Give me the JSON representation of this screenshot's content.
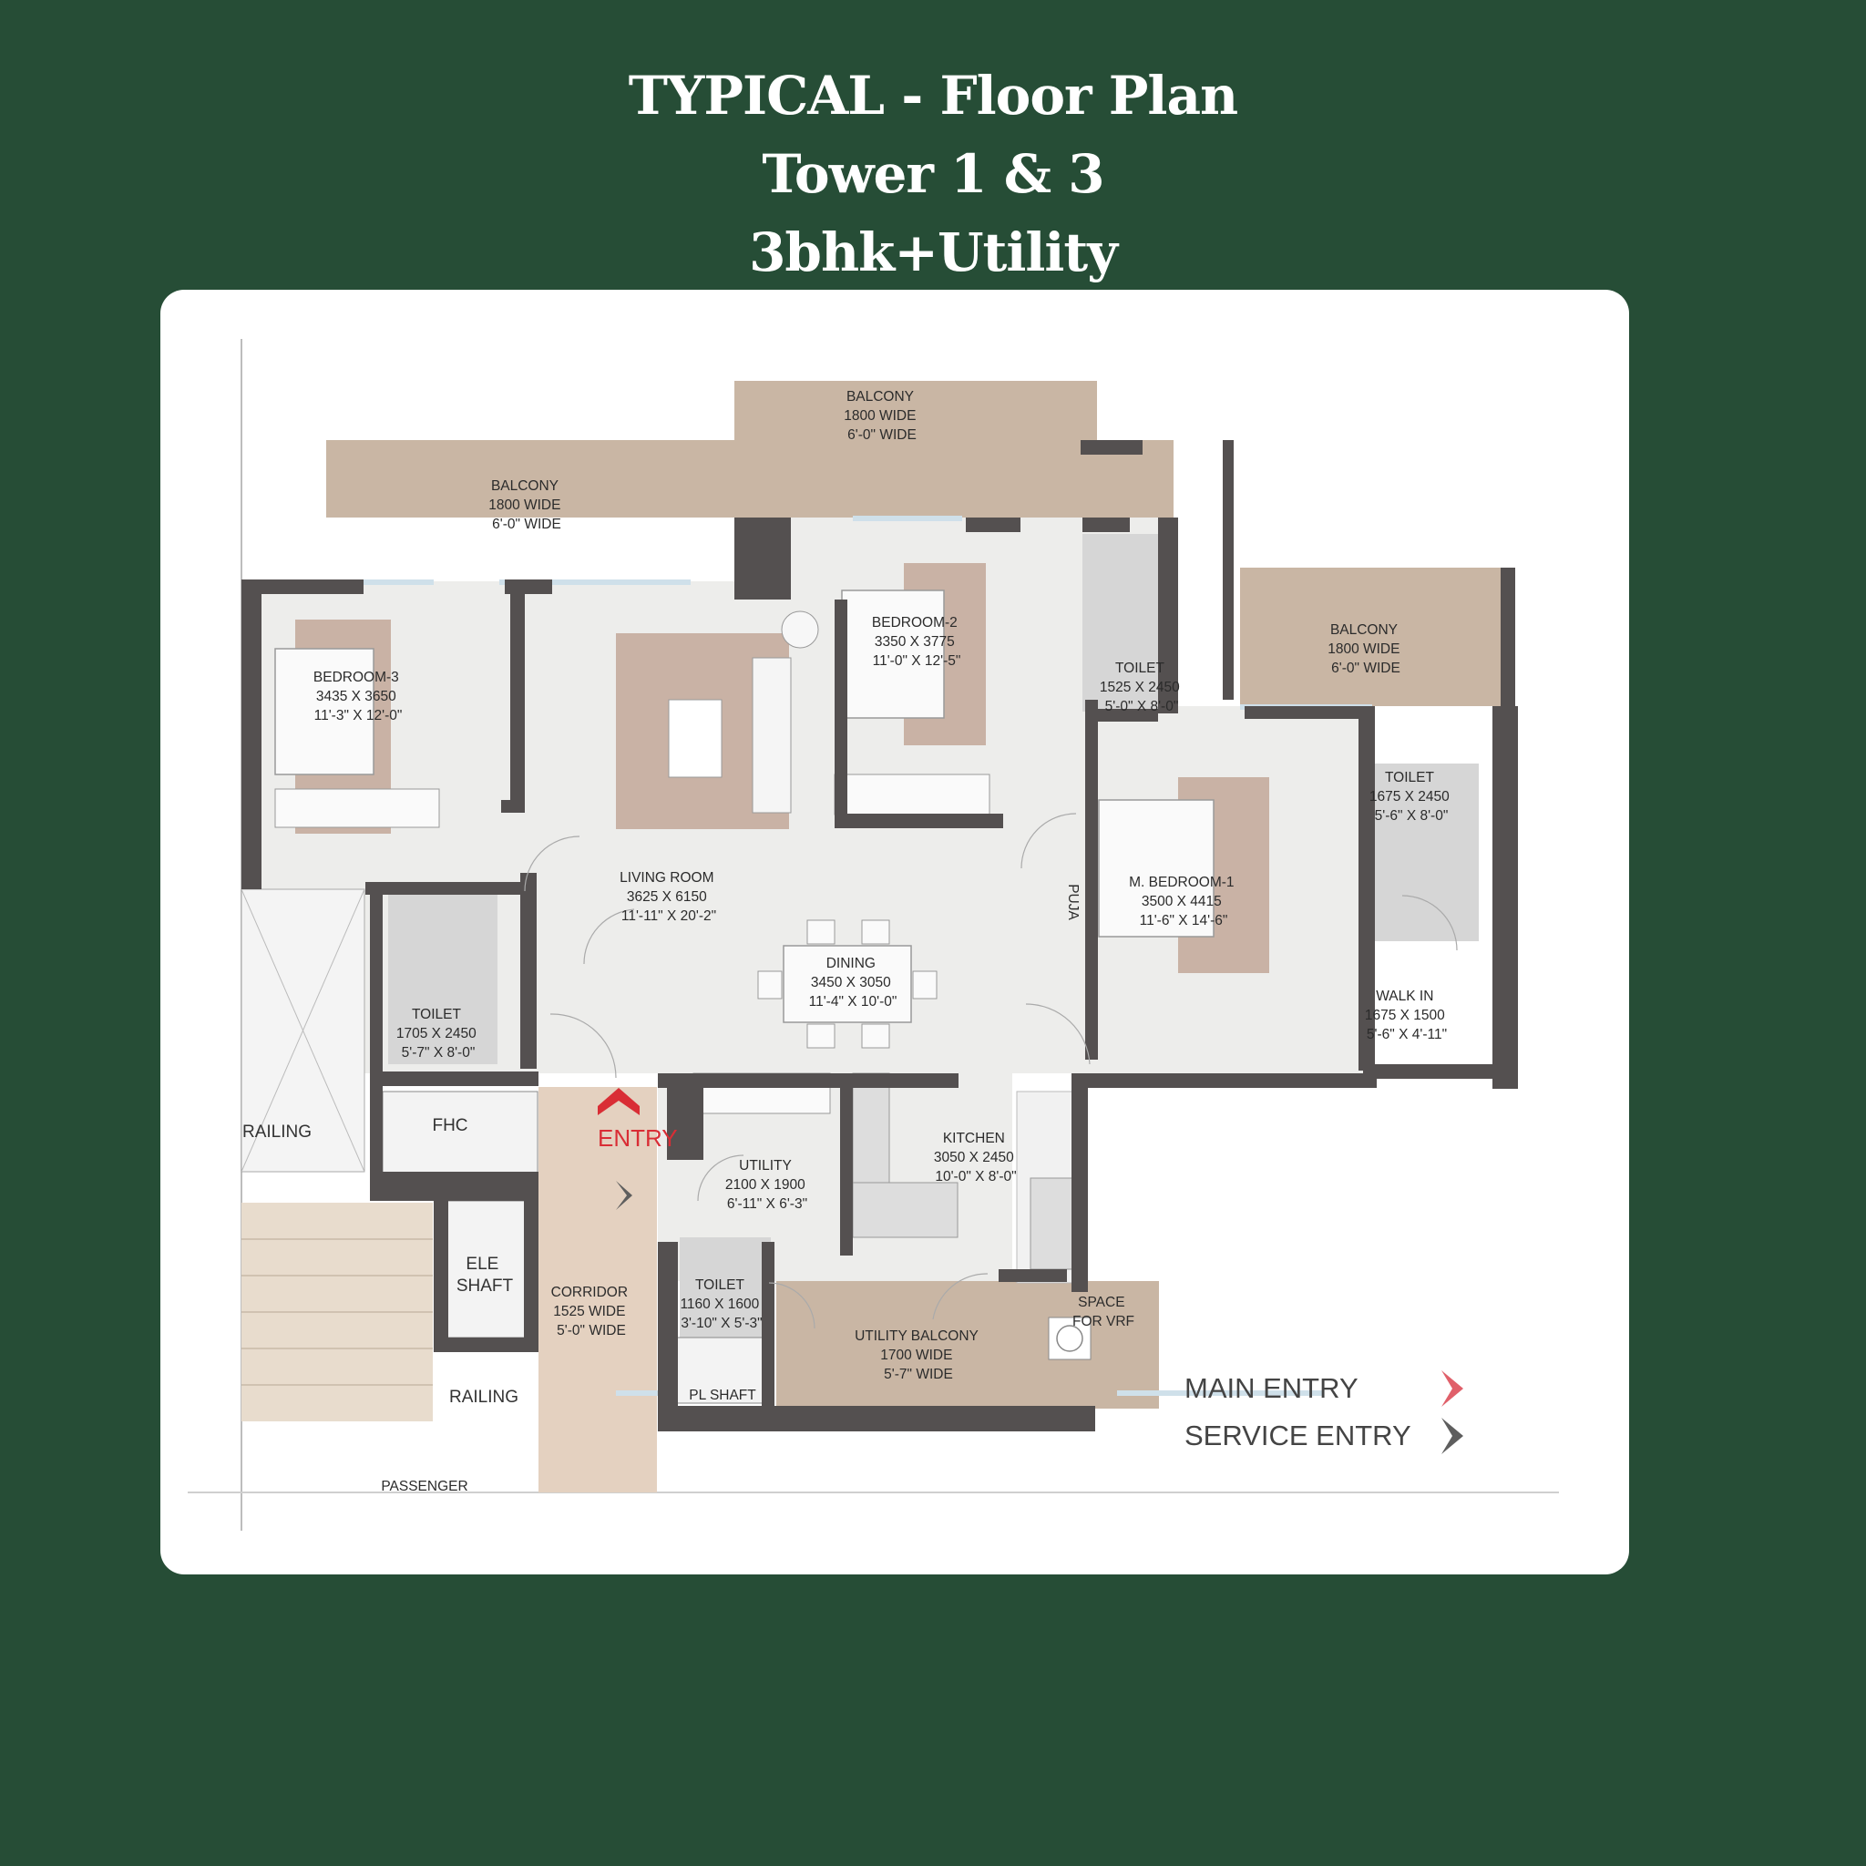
{
  "header": {
    "line1": "TYPICAL - Floor Plan",
    "line2": "Tower 1 & 3",
    "line3": "3bhk+Utility"
  },
  "rooms": {
    "balcony_top": [
      "BALCONY",
      "1800 WIDE",
      "6'-0\" WIDE"
    ],
    "balcony_left": [
      "BALCONY",
      "1800 WIDE",
      "6'-0\" WIDE"
    ],
    "balcony_right": [
      "BALCONY",
      "1800 WIDE",
      "6'-0\" WIDE"
    ],
    "bedroom3": [
      "BEDROOM-3",
      "3435 X 3650",
      "11'-3\" X 12'-0\""
    ],
    "bedroom2": [
      "BEDROOM-2",
      "3350 X 3775",
      "11'-0\" X 12'-5\""
    ],
    "toilet_b2": [
      "TOILET",
      "1525 X 2450",
      "5'-0\" X 8'-0\""
    ],
    "toilet_right": [
      "TOILET",
      "1675 X 2450",
      "5'-6\" X 8'-0\""
    ],
    "living": [
      "LIVING ROOM",
      "3625 X 6150",
      "11'-11\" X 20'-2\""
    ],
    "mbedroom": [
      "M. BEDROOM-1",
      "3500 X 4415",
      "11'-6\" X 14'-6\""
    ],
    "puja": "PUJA",
    "dining": [
      "DINING",
      "3450 X 3050",
      "11'-4\" X 10'-0\""
    ],
    "walkin": [
      "WALK IN",
      "1675 X 1500",
      "5'-6\" X 4'-11\""
    ],
    "toilet_left": [
      "TOILET",
      "1705 X 2450",
      "5'-7\" X 8'-0\""
    ],
    "fhc": "FHC",
    "railing_left": "RAILING",
    "entry": "ENTRY",
    "kitchen": [
      "KITCHEN",
      "3050 X 2450",
      "10'-0\" X 8'-0\""
    ],
    "utility": [
      "UTILITY",
      "2100 X 1900",
      "6'-11\" X 6'-3\""
    ],
    "ele_shaft": [
      "ELE",
      "SHAFT"
    ],
    "corridor": [
      "CORRIDOR",
      "1525 WIDE",
      "5'-0\" WIDE"
    ],
    "toilet_small": [
      "TOILET",
      "1160 X 1600",
      "3'-10\" X 5'-3\""
    ],
    "utility_balcony": [
      "UTILITY BALCONY",
      "1700 WIDE",
      "5'-7\" WIDE"
    ],
    "vrf": [
      "SPACE",
      "FOR VRF"
    ],
    "pl_shaft": "PL SHAFT",
    "railing_bottom": "RAILING",
    "passenger": "PASSENGER"
  },
  "legend": {
    "main_entry": "MAIN ENTRY",
    "service_entry": "SERVICE ENTRY"
  },
  "colors": {
    "background": "#264d36",
    "wall": "#545050",
    "balcony_deck": "#c9b6a4",
    "floor": "#ededeb",
    "main_entry_arrow": "#e0606a",
    "service_entry_arrow": "#5e5e5e"
  }
}
